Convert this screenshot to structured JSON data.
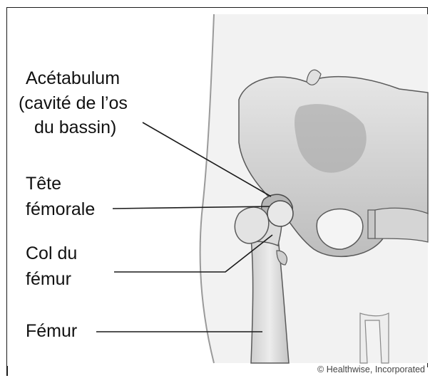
{
  "labels": {
    "acetabulum_line1": "Acétabulum",
    "acetabulum_line2": "(cavité de l’os",
    "acetabulum_line3": "du bassin)",
    "tete_line1": "Tête",
    "tete_line2": "fémorale",
    "col_line1": "Col du",
    "col_line2": "fémur",
    "femur": "Fémur"
  },
  "credit": "© Healthwise, Incorporated",
  "colors": {
    "bone_fill": "#d9d9d9",
    "bone_shadow": "#8a8a8a",
    "outline": "#5a5a5a",
    "line": "#1a1a1a"
  }
}
